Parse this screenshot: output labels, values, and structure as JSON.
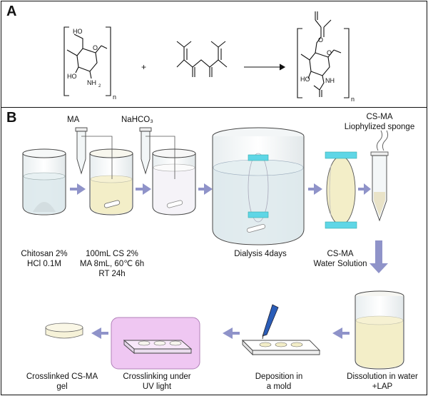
{
  "panel_a": {
    "label": "A",
    "plus": "+",
    "chem_labels": {
      "ho": "HO",
      "ho2": "HO",
      "nh2": "NH",
      "nh2_sub": "2",
      "n_left": "n",
      "n_right": "n",
      "o_ring": "O",
      "o_link": "O",
      "nh": "NH",
      "ho3": "HO",
      "o_link2": "O"
    }
  },
  "panel_b": {
    "label": "B",
    "reagents": {
      "ma": "MA",
      "nahco3": "NaHCO₃"
    },
    "sponge_title_1": "CS-MA",
    "sponge_title_2": "Liophylized sponge",
    "steps": {
      "chitosan_1": "Chitosan 2%",
      "chitosan_2": "HCl 0.1M",
      "reaction_1": "100mL CS 2%",
      "reaction_2": "MA 8mL, 60℃ 6h",
      "reaction_3": "RT 24h",
      "dialysis": "Dialysis 4days",
      "water_sol_1": "CS-MA",
      "water_sol_2": "Water Solution",
      "dissolution_1": "Dissolution in water",
      "dissolution_2": "+LAP",
      "deposition_1": "Deposition in",
      "deposition_2": "a mold",
      "crosslinking_1": "Crosslinking under",
      "crosslinking_2": "UV light",
      "gel_1": "Crosslinked CS-MA",
      "gel_2": "gel"
    }
  },
  "colors": {
    "arrow": "#8f93c9",
    "solution_yellow": "#f3eec8",
    "solution_blue": "#dde9ec",
    "membrane_cyan": "#5fd6e6",
    "uv_box": "#efc7f2",
    "pen_blue": "#2a5db8"
  }
}
